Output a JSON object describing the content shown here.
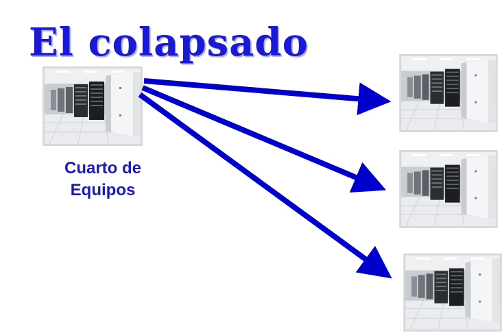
{
  "title": "El colapsado",
  "equipment_room": {
    "label_line1": "Cuarto de",
    "label_line2": "Equipos",
    "photo_icon": "server-room-photo"
  },
  "targets": [
    {
      "photo_icon": "server-room-photo"
    },
    {
      "photo_icon": "server-room-photo"
    },
    {
      "photo_icon": "server-room-photo"
    }
  ],
  "arrow_color": "#0000cc",
  "title_color": "#1a1ad6",
  "label_color": "#1a1ab8"
}
